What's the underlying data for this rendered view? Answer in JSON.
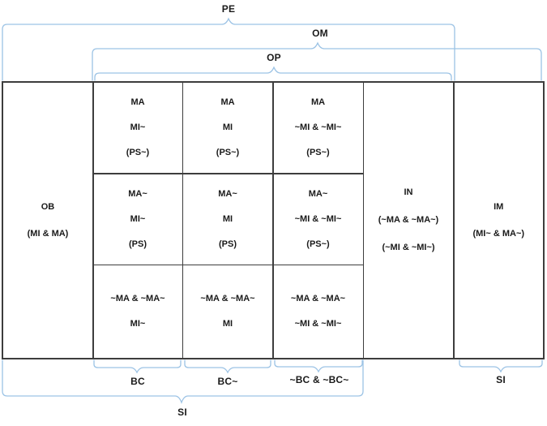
{
  "colors": {
    "brace": "#9cc3e5",
    "grid_border": "#3d3d3d",
    "text": "#1a1a1a"
  },
  "braces": {
    "pe": {
      "label": "PE"
    },
    "om": {
      "label": "OM"
    },
    "op": {
      "label": "OP"
    },
    "bc": {
      "label": "BC"
    },
    "bc_tilde": {
      "label": "BC~"
    },
    "not_bc": {
      "label": "~BC & ~BC~"
    },
    "si_right": {
      "label": "SI"
    },
    "si_bottom": {
      "label": "SI"
    }
  },
  "table": {
    "ob": {
      "lines": [
        "OB",
        "(MI & MA)"
      ]
    },
    "in": {
      "lines": [
        "IN",
        "(~MA & ~MA~)",
        "(~MI & ~MI~)"
      ]
    },
    "im": {
      "lines": [
        "IM",
        "(MI~ & MA~)"
      ]
    },
    "r1c2": {
      "lines": [
        "MA",
        "MI~",
        "(PS~)"
      ]
    },
    "r1c3": {
      "lines": [
        "MA",
        "MI",
        "(PS~)"
      ]
    },
    "r1c4": {
      "lines": [
        "MA",
        "~MI & ~MI~",
        "(PS~)"
      ]
    },
    "r2c2": {
      "lines": [
        "MA~",
        "MI~",
        "(PS)"
      ]
    },
    "r2c3": {
      "lines": [
        "MA~",
        "MI",
        "(PS)"
      ]
    },
    "r2c4": {
      "lines": [
        "MA~",
        "~MI & ~MI~",
        "(PS~)"
      ]
    },
    "r3c2": {
      "lines": [
        "~MA & ~MA~",
        "MI~"
      ]
    },
    "r3c3": {
      "lines": [
        "~MA & ~MA~",
        "MI"
      ]
    },
    "r3c4": {
      "lines": [
        "~MA & ~MA~",
        "~MI & ~MI~"
      ]
    }
  }
}
